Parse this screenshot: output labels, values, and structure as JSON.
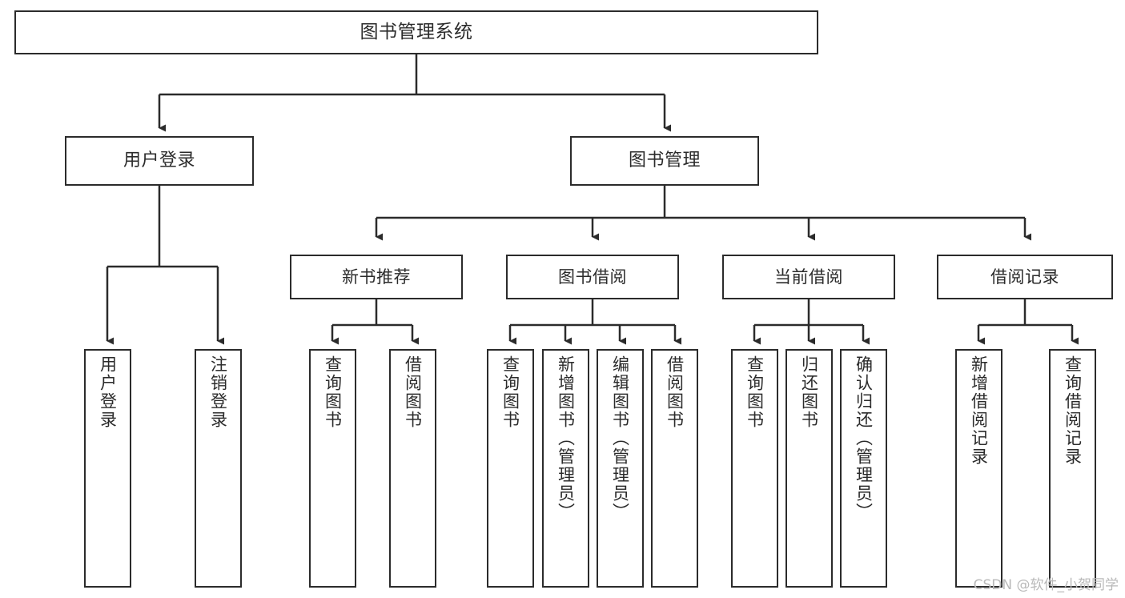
{
  "diagram": {
    "title": "图书管理系统",
    "type": "功能结构图",
    "colors": {
      "stroke": "#2b2b2b",
      "fill": "#ffffff",
      "watermark": "#b9b9b9"
    },
    "root": {
      "label": "图书管理系统"
    },
    "level1": [
      {
        "label": "用户登录"
      },
      {
        "label": "图书管理"
      }
    ],
    "level2": [
      {
        "label": "新书推荐"
      },
      {
        "label": "图书借阅"
      },
      {
        "label": "当前借阅"
      },
      {
        "label": "借阅记录"
      }
    ],
    "leaves": {
      "user_login": [
        {
          "label": "用户登录"
        },
        {
          "label": "注销登录"
        }
      ],
      "new_book_recommend": [
        {
          "label": "查询图书"
        },
        {
          "label": "借阅图书"
        }
      ],
      "book_borrow": [
        {
          "label": "查询图书"
        },
        {
          "label": "新增图书（管理员）"
        },
        {
          "label": "编辑图书（管理员）"
        },
        {
          "label": "借阅图书"
        }
      ],
      "current_borrow": [
        {
          "label": "查询图书"
        },
        {
          "label": "归还图书"
        },
        {
          "label": "确认归还（管理员）"
        }
      ],
      "borrow_record": [
        {
          "label": "新增借阅记录"
        },
        {
          "label": "查询借阅记录"
        }
      ]
    },
    "watermark": "CSDN @软件_小贺同学"
  }
}
